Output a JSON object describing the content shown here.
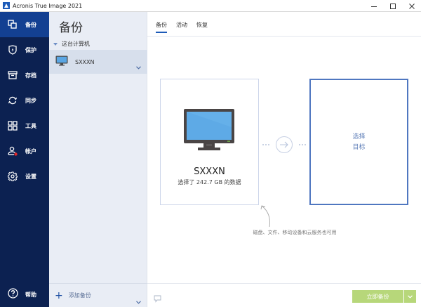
{
  "window": {
    "title": "Acronis True Image 2021",
    "controls": [
      "minimize",
      "maximize",
      "close"
    ]
  },
  "sidebar": {
    "items": [
      {
        "label": "备份",
        "icon": "backup-icon",
        "active": true
      },
      {
        "label": "保护",
        "icon": "shield-icon",
        "active": false
      },
      {
        "label": "存档",
        "icon": "archive-icon",
        "active": false
      },
      {
        "label": "同步",
        "icon": "sync-icon",
        "active": false
      },
      {
        "label": "工具",
        "icon": "tools-grid-icon",
        "active": false
      },
      {
        "label": "帐户",
        "icon": "account-icon",
        "active": false,
        "badge_color": "#e0292b"
      },
      {
        "label": "设置",
        "icon": "gear-icon",
        "active": false
      }
    ],
    "help": {
      "label": "帮助",
      "icon": "help-icon"
    }
  },
  "panel": {
    "title": "备份",
    "section": "这台计算机",
    "items": [
      {
        "name": "SXXXN"
      }
    ],
    "footer": {
      "add_label": "添加备份"
    }
  },
  "main": {
    "tabs": [
      {
        "label": "备份",
        "active": true
      },
      {
        "label": "活动",
        "active": false
      },
      {
        "label": "恢复",
        "active": false
      }
    ],
    "source": {
      "name": "SXXXN",
      "description": "选择了 242.7 GB 的数据"
    },
    "destination": {
      "line1": "选择",
      "line2": "目标"
    },
    "hint": "磁盘、文件、移动设备和云服务也可用",
    "footer": {
      "backup_now_label": "立即备份"
    }
  },
  "colors": {
    "sidebar_bg": "#0c2151",
    "sidebar_active": "#134092",
    "panel_bg": "#e9edf5",
    "accent": "#1d5bb8",
    "backup_button": "#b7d77a"
  }
}
